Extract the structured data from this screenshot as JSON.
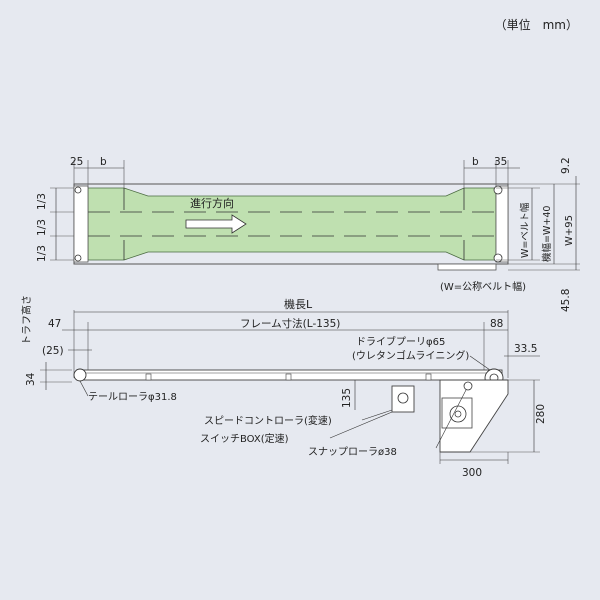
{
  "unit": "（単位　mm）",
  "top_view": {
    "dim_left_25": "25",
    "dim_left_b": "b",
    "dim_right_b": "b",
    "dim_right_35": "35",
    "dim_right_9_2": "9.2",
    "direction": "進行方向",
    "w_belt": "W=ベルト幅",
    "frame_width": "機幅=W+40",
    "w_plus_95": "W+95",
    "dim_45_8": "45.8",
    "note": "(W=公称ベルト幅)",
    "thirds": [
      "1/3",
      "1/3",
      "1/3"
    ]
  },
  "side_view": {
    "trough_height": "トラフ高さ",
    "machine_length": "機長L",
    "dim_47": "47",
    "frame_dim": "フレーム寸法(L-135)",
    "dim_88": "88",
    "dim_25p": "(25)",
    "drive_pulley": "ドライブプーリφ65",
    "urethane": "(ウレタンゴムライニング)",
    "dim_33_5": "33.5",
    "dim_34": "34",
    "tail_roller": "テールローラφ31.8",
    "dim_135": "135",
    "speed_controller": "スピードコントローラ(変速)",
    "switch_box": "スイッチBOX(定速)",
    "snap_roller": "スナップローラø38",
    "dim_280": "280",
    "dim_300": "300"
  }
}
